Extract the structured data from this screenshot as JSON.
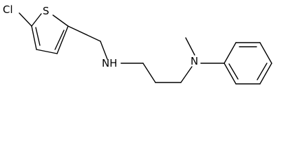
{
  "atoms": {
    "cl": "Cl",
    "s": "S",
    "nh": "NH",
    "n": "N"
  },
  "colors": {
    "bond": "#000000",
    "label": "#000000",
    "background": "#ffffff"
  }
}
